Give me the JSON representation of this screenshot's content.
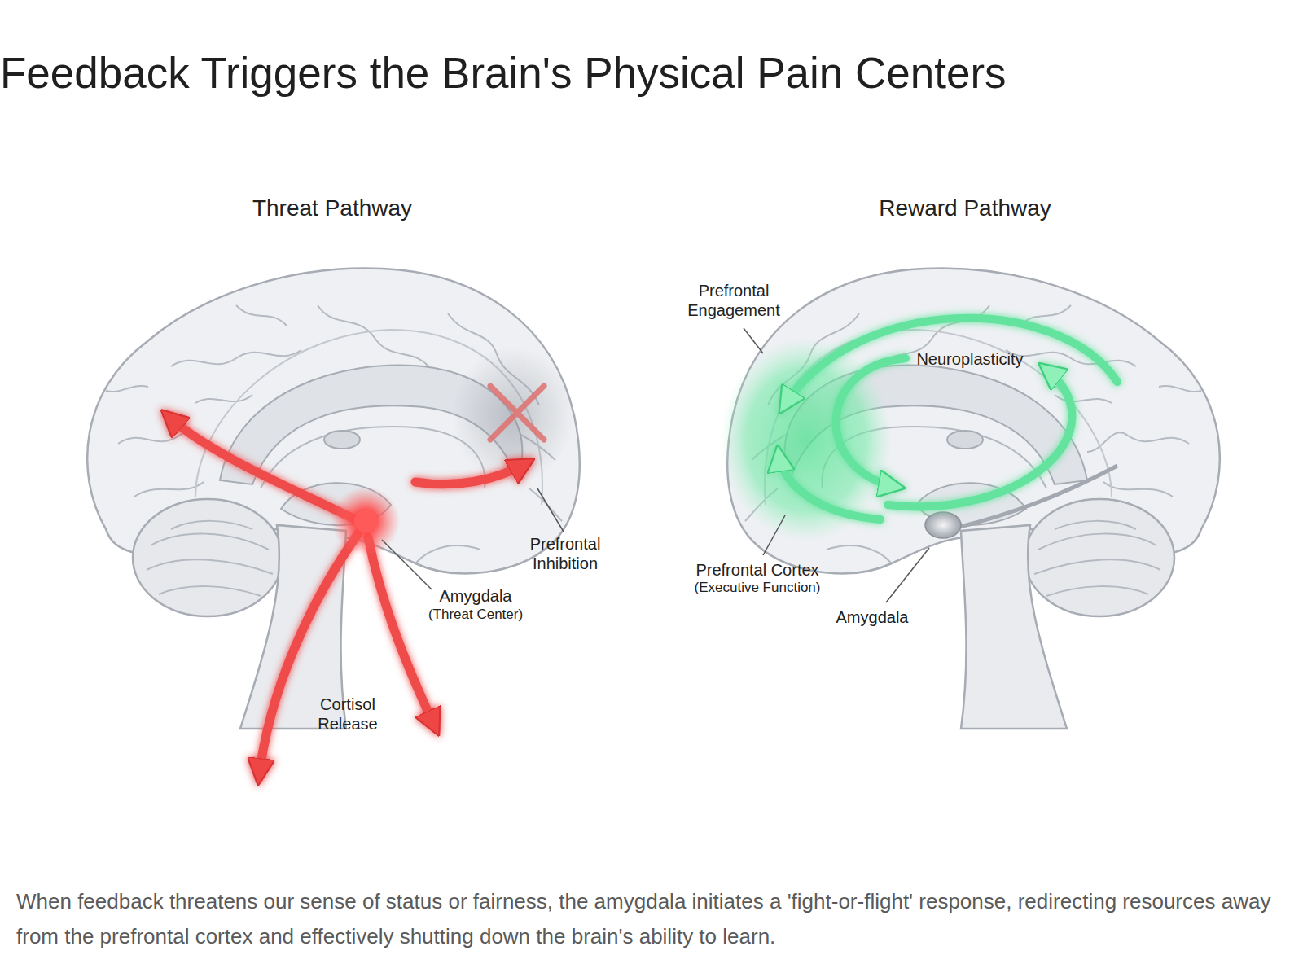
{
  "diagram": {
    "title": "Feedback Triggers the Brain's Physical Pain Centers",
    "caption": "When feedback threatens our sense of status or fairness, the amygdala initiates a 'fight-or-flight' response, redirecting resources away from the prefrontal cortex and effectively shutting down the brain's ability to learn.",
    "labels": [
      "Threat Pathway",
      "Reward Pathway",
      "Prefrontal Inhibition",
      "Amygdala",
      "(Threat Center)",
      "Cortisol Release",
      "Prefrontal Engagement",
      "Neuroplasticity",
      "Prefrontal Cortex",
      "(Executive Function)",
      "Amygdala"
    ]
  }
}
